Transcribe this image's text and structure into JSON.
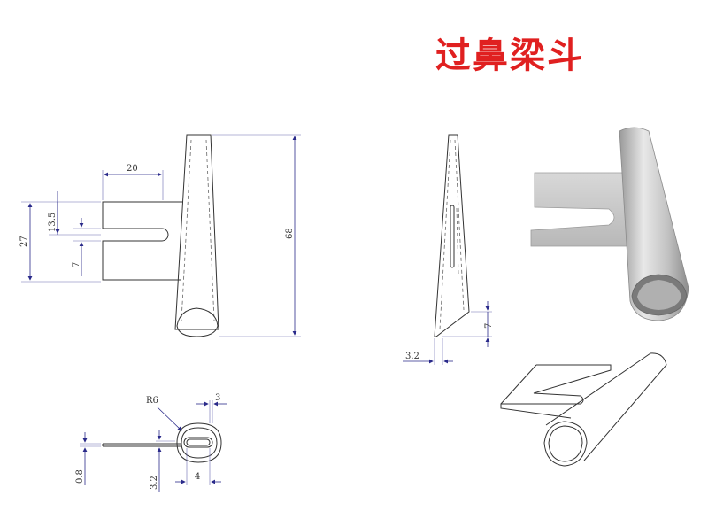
{
  "title": {
    "text": "过鼻梁斗",
    "color": "#e02020"
  },
  "front_view": {
    "dim_width": "20",
    "dim_slot_offset": "13.5",
    "dim_tab_height": "27",
    "dim_slot_width": "7",
    "dim_total_height": "68"
  },
  "side_view": {
    "dim_tip": "7",
    "dim_thickness": "3.2"
  },
  "top_view": {
    "dim_radius": "R6",
    "dim_slot_gap": "3",
    "dim_plate": "0.8",
    "dim_offset": "3.2",
    "dim_inner": "4"
  },
  "colors": {
    "dimension": "#2a2a8a",
    "outline": "#333333",
    "photo_metal": "#c8c8c8"
  }
}
